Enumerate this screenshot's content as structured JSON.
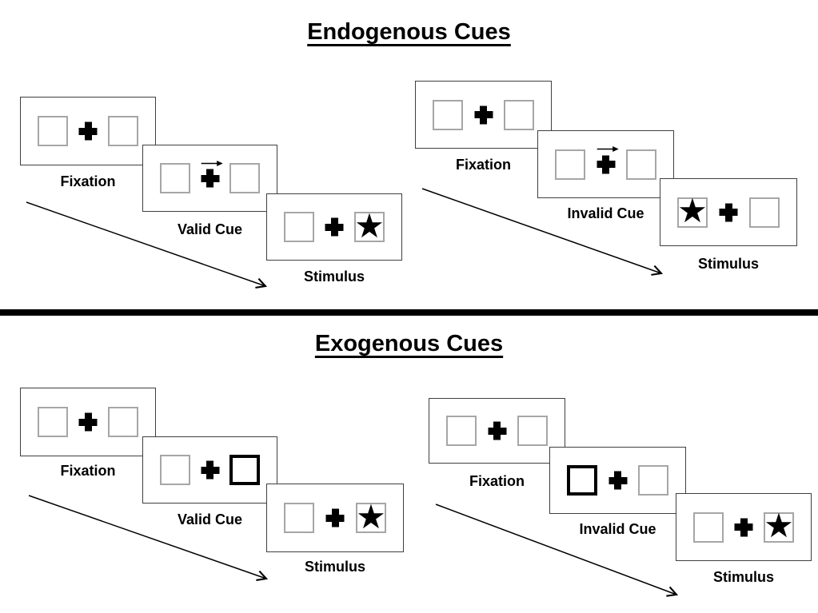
{
  "glyphs": {
    "star": "★"
  },
  "colors": {
    "background": "#ffffff",
    "frame_border": "#3f3f3f",
    "square_border": "#a6a6a6",
    "ink": "#000000"
  },
  "endogenous": {
    "title": "Endogenous Cues",
    "valid": {
      "fixation_label": "Fixation",
      "cue_label": "Valid Cue",
      "stimulus_label": "Stimulus",
      "cue_style": "arrow-above-cross",
      "arrow_direction": "right",
      "star_side": "right"
    },
    "invalid": {
      "fixation_label": "Fixation",
      "cue_label": "Invalid Cue",
      "stimulus_label": "Stimulus",
      "cue_style": "arrow-above-cross",
      "arrow_direction": "right",
      "star_side": "left"
    }
  },
  "exogenous": {
    "title": "Exogenous Cues",
    "valid": {
      "fixation_label": "Fixation",
      "cue_label": "Valid Cue",
      "stimulus_label": "Stimulus",
      "cue_style": "bold-peripheral-box",
      "highlight_side": "right",
      "star_side": "right"
    },
    "invalid": {
      "fixation_label": "Fixation",
      "cue_label": "Invalid Cue",
      "stimulus_label": "Stimulus",
      "cue_style": "bold-peripheral-box",
      "highlight_side": "left",
      "star_side": "right"
    }
  }
}
